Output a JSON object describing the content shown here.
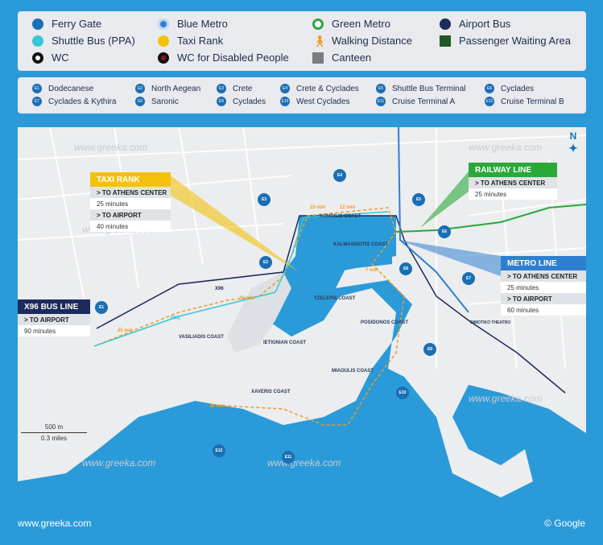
{
  "legend": {
    "items": [
      {
        "label": "Ferry Gate",
        "icon": "ferry-gate-icon"
      },
      {
        "label": "Blue Metro",
        "icon": "blue-metro-icon"
      },
      {
        "label": "Green Metro",
        "icon": "green-metro-icon"
      },
      {
        "label": "Airport Bus",
        "icon": "airport-bus-icon"
      },
      {
        "label": "Shuttle Bus (PPA)",
        "icon": "shuttle-bus-icon"
      },
      {
        "label": "Taxi Rank",
        "icon": "taxi-icon"
      },
      {
        "label": "Walking Distance",
        "icon": "walking-icon"
      },
      {
        "label": "Passenger Waiting Area",
        "icon": "waiting-area-icon"
      },
      {
        "label": "WC",
        "icon": "wc-icon"
      },
      {
        "label": "WC for Disabled People",
        "icon": "wc-disabled-icon"
      },
      {
        "label": "Canteen",
        "icon": "canteen-icon"
      }
    ],
    "colors": {
      "ferry": "#1a6fb5",
      "blue_metro": "#2f7fd0",
      "green_metro": "#2aa83a",
      "airport_bus": "#1c2a5c",
      "shuttle": "#35c7d6",
      "taxi": "#f4c20d",
      "walking": "#f39a1c",
      "waiting": "#1f5a24",
      "wc": "#111111",
      "wc_disabled": "#8b1a1a",
      "canteen": "#7a7d82"
    }
  },
  "gates": [
    {
      "code": "E1",
      "name": "Dodecanese"
    },
    {
      "code": "E2",
      "name": "North Aegean"
    },
    {
      "code": "E3",
      "name": "Crete"
    },
    {
      "code": "E4",
      "name": "Crete & Cyclades"
    },
    {
      "code": "E5",
      "name": "Shuttle Bus Terminal"
    },
    {
      "code": "E6",
      "name": "Cyclades"
    },
    {
      "code": "E7",
      "name": "Cyclades & Kythira"
    },
    {
      "code": "E8",
      "name": "Saronic"
    },
    {
      "code": "E9",
      "name": "Cyclades"
    },
    {
      "code": "E10",
      "name": "West Cyclades"
    },
    {
      "code": "E11",
      "name": "Cruise Terminal A"
    },
    {
      "code": "E12",
      "name": "Cruise Terminal B"
    }
  ],
  "callouts": {
    "taxi": {
      "title": "TAXI RANK",
      "r1": "TO ATHENS CENTER",
      "r1t": "25 minutes",
      "r2": "TO AIRPORT",
      "r2t": "40 minutes"
    },
    "railway": {
      "title": "RAILWAY LINE",
      "r1": "TO ATHENS CENTER",
      "r1t": "25 minutes"
    },
    "metro": {
      "title": "METRO LINE",
      "r1": "TO ATHENS CENTER",
      "r1t": "25 minutes",
      "r2": "TO AIRPORT",
      "r2t": "60 minutes"
    },
    "bus": {
      "title": "X96 BUS LINE",
      "r1": "TO AIRPORT",
      "r1t": "90 minutes"
    }
  },
  "map_labels": {
    "kondilis": "KONDILIS COAST",
    "kalmassiotis": "KALMASSIOTIS COAST",
    "tzelepis": "TZELEPIS COAST",
    "posidonos": "POSIDONOS COAST",
    "miaoulis": "MIAOULIS COAST",
    "xaveris": "XAVERIS COAST",
    "vasiliadis": "VASILIADIS COAST",
    "ietionian": "IETIONIAN COAST",
    "theatro": "DIMOTIKO THEATRO",
    "x96": "X96",
    "ppa": "PPA",
    "t25": "25 min",
    "t15": "15 min",
    "t12": "12 min",
    "t7": "7 min",
    "t30": "30 min",
    "compass": "N"
  },
  "watermark": "www.greeka.com",
  "scale": {
    "m": "500 m",
    "mi": "0.3 miles"
  },
  "footer": {
    "site": "www.greeka.com",
    "credit": "© Google"
  }
}
